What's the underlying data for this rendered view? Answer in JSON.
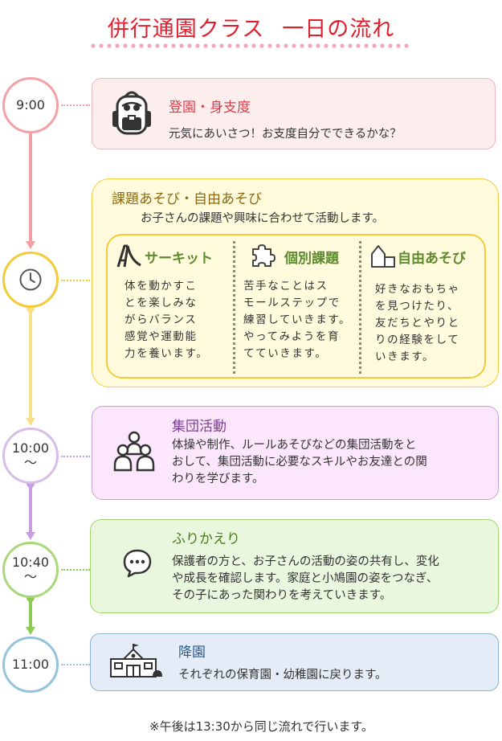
{
  "title_part1": "併行通園クラス",
  "title_part2": "一日の流れ",
  "schedule": [
    {
      "time": "9:00",
      "heading": "登園・身支度",
      "body": "元気にあいさつ！お支度自分でできるかな？"
    },
    {
      "time": "",
      "heading": "課題あそび・自由あそび",
      "body": "お子さんの課題や興味に合わせて活動します。",
      "sub": [
        {
          "heading": "サーキット",
          "body": [
            "体を動かすこ",
            "とを楽しみな",
            "がらバランス",
            "感覚や運動能",
            "力を養います。"
          ]
        },
        {
          "heading": "個別課題",
          "body": [
            "苦手なことはス",
            "モールステップで",
            "練習していきます。",
            "やってみようを育",
            "てていきます。"
          ]
        },
        {
          "heading": "自由あそび",
          "body": [
            "好きなおもちゃ",
            "を見つけたり、",
            "友だちとやりと",
            "りの経験をして",
            "いきます。"
          ]
        }
      ]
    },
    {
      "time": "10:00",
      "time_suffix": "〜",
      "heading": "集団活動",
      "body": [
        "体操や制作、ルールあそびなどの集団活動をと",
        "おして、集団活動に必要なスキルやお友達との関",
        "わりを学びます。"
      ]
    },
    {
      "time": "10:40",
      "time_suffix": "〜",
      "heading": "ふりかえり",
      "body": [
        "保護者の方と、お子さんの活動の姿の共有し、変化",
        "や成長を確認します。家庭と小鳩園の姿をつなぎ、",
        "その子にあった関わりを考えていきます。"
      ]
    },
    {
      "time": "11:00",
      "heading": "降園",
      "body": "それぞれの保育園・幼稚園に戻ります。"
    }
  ],
  "footnote": "※午後は13:30から同じ流れで行います。",
  "colors": {
    "title": "#e0202e",
    "pink": "#f0a0a8",
    "yellow": "#f3cb3a",
    "purple": "#c8a0dc",
    "green": "#8ccc56",
    "blue": "#93c4dc"
  }
}
